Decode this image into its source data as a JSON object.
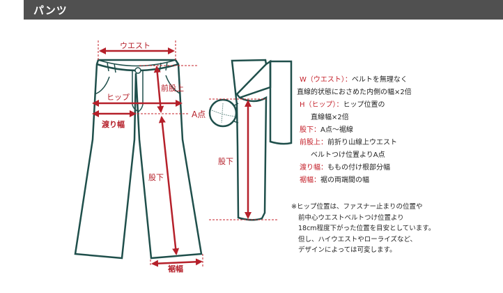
{
  "header": {
    "title": "パンツ"
  },
  "labels": {
    "waist": "ウエスト",
    "hip": "ヒップ",
    "front_rise": "前股上",
    "a_point": "A点",
    "thigh": "渡り幅",
    "inseam_front": "股下",
    "inseam_side": "股下",
    "hem": "裾幅"
  },
  "legend": [
    {
      "key": "W（ウエスト）：",
      "text": "ベルトを無理なく"
    },
    {
      "text": "直線的状態におさめた内側の幅×2倍"
    },
    {
      "key": "H（ヒップ）：",
      "text": "ヒップ位置の"
    },
    {
      "text": "直線幅×2倍"
    },
    {
      "key": "股下：",
      "text": "A点～裾線"
    },
    {
      "key": "前股上：",
      "text": "前折り山線上ウエスト"
    },
    {
      "text": "ベルトつけ位置よりA点"
    },
    {
      "key": "渡り幅：",
      "text": "ももの付け根部分幅"
    },
    {
      "key": "裾幅：",
      "text": "裾の両端間の幅"
    }
  ],
  "note": [
    "※ヒップ位置は、ファスナー止まりの位置や",
    "前中心ウエストベルトつけ位置より",
    "18cm程度下がった位置を目安としています。",
    "但し、ハイウエストやローライズなど、",
    "デザインによっては可変します。"
  ],
  "colors": {
    "outline": "#1f4f4b",
    "accent": "#b5202a",
    "header": "#505050"
  }
}
